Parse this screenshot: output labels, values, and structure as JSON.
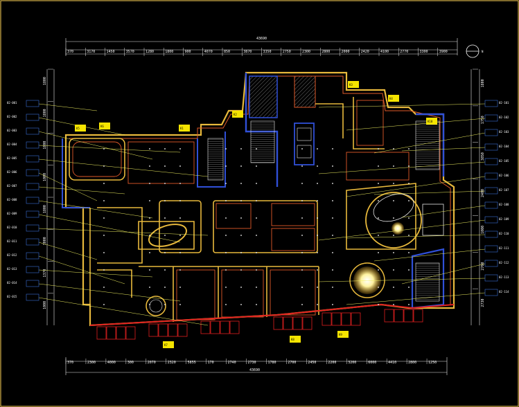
{
  "drawing": {
    "frame_color": "#d4b24a",
    "wall_color": "#e8b93c",
    "partition_color": "#e05a2a",
    "glass_color": "#3050d8",
    "curtain_color": "#e02020",
    "leader_color": "#f0f060",
    "text_color": "#ffffff",
    "background": "#000000"
  },
  "dimensions": {
    "top_total": "43690",
    "top_segments": [
      "370",
      "3170",
      "1450",
      "3570",
      "1280",
      "1800",
      "900",
      "4070",
      "850",
      "3870",
      "3350",
      "2750",
      "2300",
      "2800",
      "2000",
      "2420",
      "4100",
      "2770",
      "3300",
      "3900"
    ],
    "bottom_total": "43690",
    "bottom_segments": [
      "370",
      "2300",
      "4000",
      "300",
      "2070",
      "2320",
      "5855",
      "170",
      "2740",
      "2730",
      "1780",
      "2700",
      "2450",
      "2200",
      "3200",
      "6000",
      "4410",
      "2800",
      "1250"
    ],
    "left_segments": [
      "1800",
      "1800",
      "1800",
      "1000",
      "1800",
      "1000",
      "1370",
      "1000"
    ],
    "right_segments": [
      "1800",
      "1750",
      "3850",
      "2400",
      "1000",
      "2700",
      "2730"
    ]
  },
  "north_arrow": {
    "label": "N"
  },
  "annotations": {
    "left": [
      "02-001",
      "02-002",
      "02-003",
      "02-004",
      "02-005",
      "02-006",
      "02-007",
      "02-008",
      "02-009",
      "02-010",
      "02-011",
      "02-012",
      "02-013",
      "02-014",
      "02-015"
    ],
    "right": [
      "02-101",
      "02-102",
      "02-103",
      "02-104",
      "02-105",
      "02-106",
      "02-107",
      "02-108",
      "02-109",
      "02-110",
      "02-111",
      "02-112",
      "02-113",
      "02-114"
    ]
  },
  "room_tags": [
    "K1",
    "K2",
    "K3",
    "K4",
    "K5",
    "K6",
    "K7",
    "K8",
    "K9",
    "K10"
  ]
}
